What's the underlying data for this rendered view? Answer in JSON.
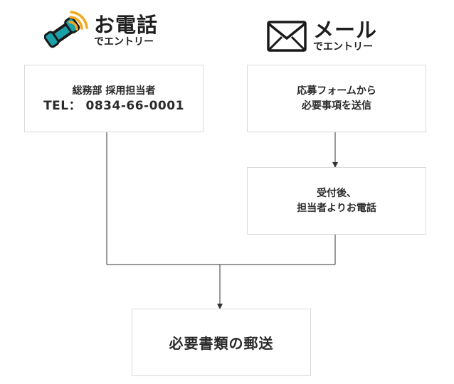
{
  "phone_section": {
    "title": "お電話",
    "subtitle": "でエントリー",
    "icon": "phone-icon",
    "icon_color": "#1aa0a8",
    "wave_color": "#f2a81d",
    "department": "総務部 採用担当者",
    "tel": "TEL： 0834-66-0001"
  },
  "mail_section": {
    "title": "メール",
    "subtitle": "でエントリー",
    "icon": "envelope-icon"
  },
  "steps": {
    "apply_form": "応募フォームから\n必要事項を送信",
    "phone_after": "受付後、\n担当者よりお電話",
    "final": "必要書類の郵送"
  },
  "colors": {
    "box_border": "#d9d9d9",
    "line": "#333333",
    "text": "#222222"
  }
}
